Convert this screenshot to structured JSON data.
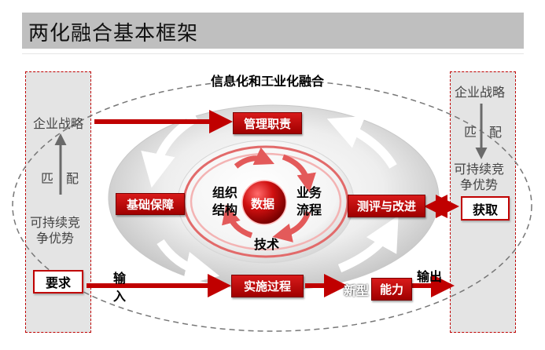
{
  "title": "两化融合基本框架",
  "diagram": {
    "top_label": "信息化和工业化融合",
    "left": {
      "strategy": "企业战略",
      "match": "匹　配",
      "advantage_line1": "可持续竞",
      "advantage_line2": "争优势",
      "requirement": "要求"
    },
    "right": {
      "strategy": "企业战略",
      "match": "匹　配",
      "advantage_line1": "可持续竞",
      "advantage_line2": "争优势",
      "acquire": "获取"
    },
    "boxes": {
      "management": "管理职责",
      "foundation": "基础保障",
      "evaluation": "测评与改进",
      "implementation": "实施过程",
      "capability": "能力"
    },
    "core": {
      "data": "数据",
      "organization_line1": "组织",
      "organization_line2": "结构",
      "business_line1": "业务",
      "business_line2": "流程",
      "technology": "技术"
    },
    "labels": {
      "input_line1": "输",
      "input_line2": "入",
      "output": "输出",
      "new_type": "新型"
    }
  }
}
